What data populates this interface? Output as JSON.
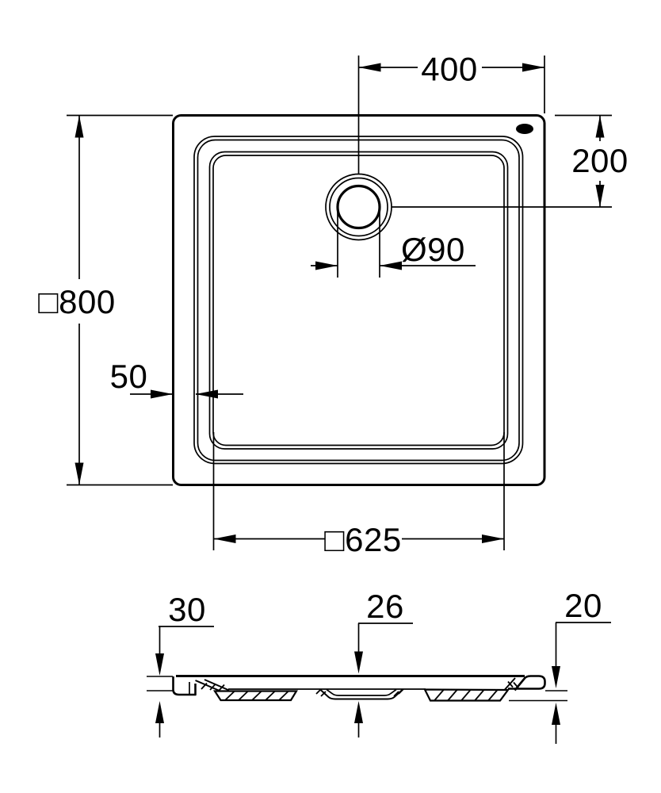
{
  "colors": {
    "line": "#000000",
    "background": "#ffffff"
  },
  "top_view": {
    "dims": {
      "drain_offset_x": {
        "label": "400",
        "value": 400
      },
      "drain_offset_y": {
        "label": "200",
        "value": 200
      },
      "drain_diameter": {
        "label": "Ø90",
        "value": 90
      },
      "outer_square": {
        "label": "□800",
        "value": 800
      },
      "rim_width": {
        "label": "50",
        "value": 50
      },
      "inner_square": {
        "label": "□625",
        "value": 625
      }
    },
    "logo_icon": "grohe-logo-mark"
  },
  "section_view": {
    "dims": {
      "left_total_height": {
        "label": "30",
        "value": 30
      },
      "center_height": {
        "label": "26",
        "value": 26
      },
      "right_edge_height": {
        "label": "20",
        "value": 20
      }
    }
  }
}
